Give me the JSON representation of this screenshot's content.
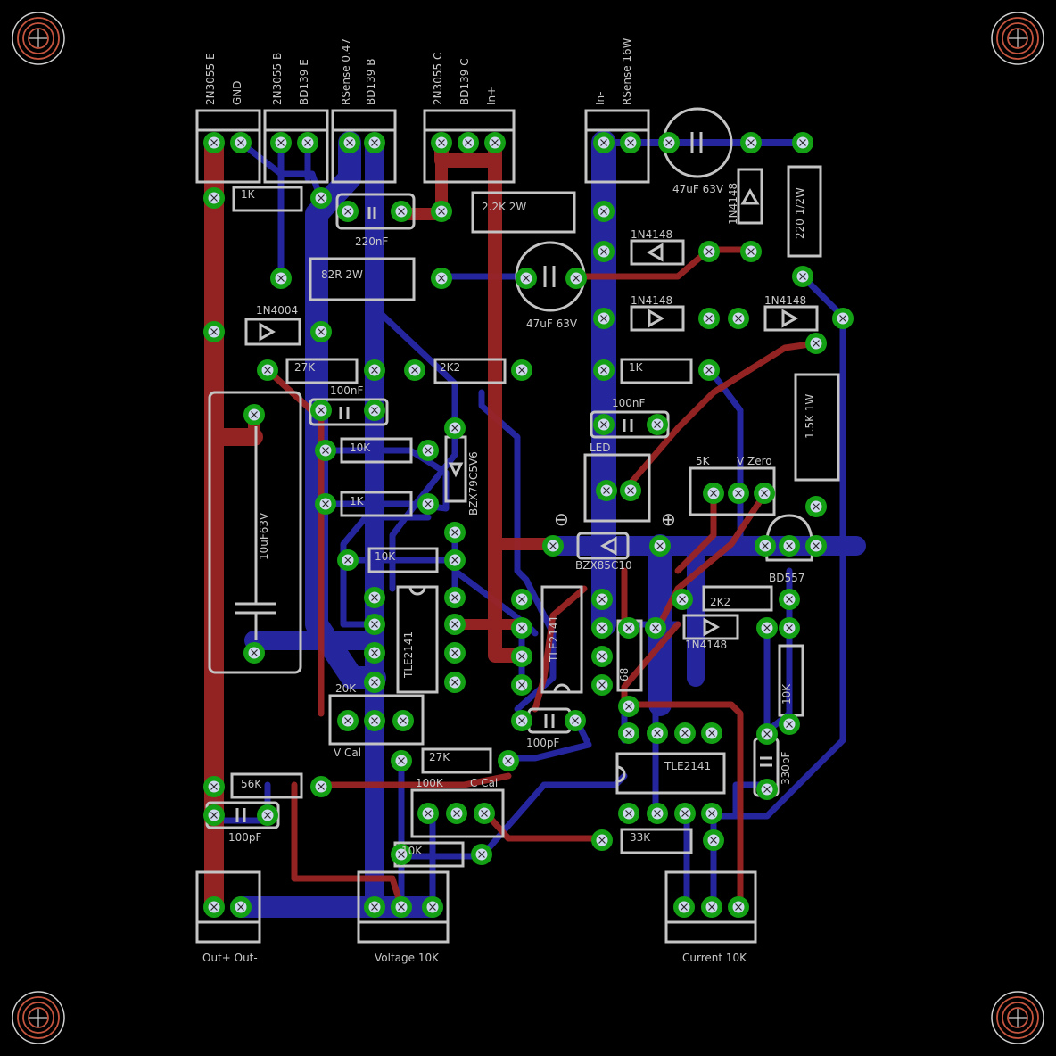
{
  "colors": {
    "background": "#000000",
    "top_trace": "#9b2424",
    "bottom_trace": "#2727a6",
    "silk": "#c4c4c4",
    "pad_ring": "#14a014",
    "pad_center": "#cfd7ec",
    "hole_ring": "#c5553e"
  },
  "header_labels": {
    "h1": "2N3055 E",
    "h2": "GND",
    "h3": "2N3055 B",
    "h4": "BD139 E",
    "h5": "RSense 0.47",
    "h6": "BD139 B",
    "h7": "2N3055 C",
    "h8": "BD139 C",
    "h9": "In+",
    "h10": "In-",
    "h11": "RSense 16W"
  },
  "components": {
    "r_1k_top": "1K",
    "c_220nf": "220nF",
    "r_22k_2w": "2.2K 2W",
    "c_47uf_top": "47uF 63V",
    "d_1n4148_vert": "1N4148",
    "r_220_half_w": "220 1/2W",
    "r_82r_2w": "82R 2W",
    "c_47uf_mid": "47uF 63V",
    "d_1n4148_a": "1N4148",
    "d_1n4148_b": "1N4148",
    "d_1n4148_c": "1N4148",
    "d_1n4004": "1N4004",
    "r_27k_top": "27K",
    "c_100nf_left": "100nF",
    "r_2k2_top": "2K2",
    "r_1k_right": "1K",
    "c_100nf_right": "100nF",
    "r_1k5_1w": "1.5K 1W",
    "led_label": "LED",
    "pot_5k": "5K",
    "pot_vzero": "V Zero",
    "c_10uf": "10uF63V",
    "r_10k_a": "10K",
    "z_bzx79": "BZX79C5V6",
    "r_1k_mid": "1K",
    "r_10k_b": "10K",
    "z_bzx85": "BZX85C10",
    "q_bd557": "BD557",
    "ic_tle_1": "TLE2141",
    "ic_tle_2": "TLE2141",
    "ic_tle_3": "TLE2141",
    "r_2k2_b": "2K2",
    "d_1n4148_d": "1N4148",
    "r_68": "68",
    "r_10k_c": "10K",
    "pot_20k": "20K",
    "vcal": "V Cal",
    "c_100pf_mid": "100pF",
    "c_330pf": "330pF",
    "r_27k_b": "27K",
    "r_56k": "56K",
    "c_100pf_left": "100pF",
    "pot_100k": "100K",
    "ccal": "C Cal",
    "r_33k": "33K",
    "r_10k_d": "10K"
  },
  "bottom_labels": {
    "out": "Out+ Out-",
    "voltage": "Voltage 10K",
    "current": "Current 10K"
  },
  "symbols": {
    "minus": "⊖",
    "plus": "⊕"
  }
}
